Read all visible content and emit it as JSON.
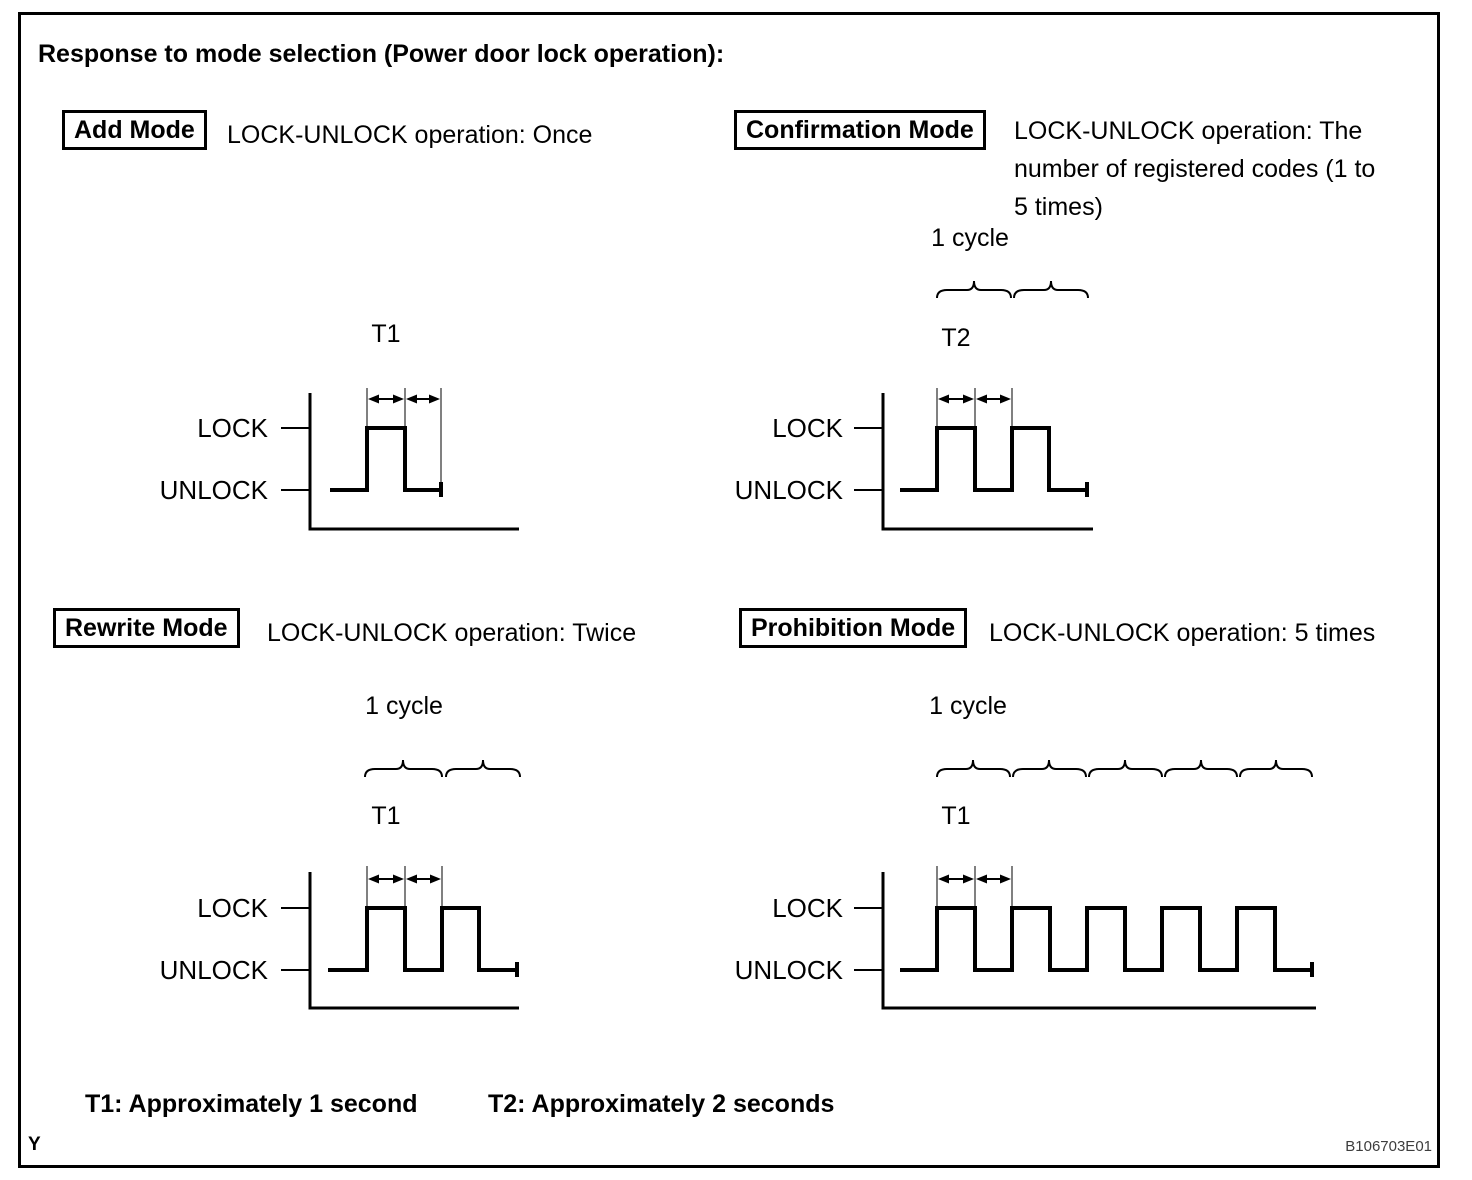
{
  "title": "Response to mode selection (Power door lock operation):",
  "modes": [
    {
      "name": "Add Mode",
      "description_lines": [
        "LOCK-UNLOCK operation: Once"
      ],
      "time_label": "T1",
      "cycle_label": "",
      "lock_label": "LOCK",
      "unlock_label": "UNLOCK",
      "pulse_count": 1
    },
    {
      "name": "Confirmation Mode",
      "description_lines": [
        "LOCK-UNLOCK operation: The",
        "number of registered codes (1 to",
        "5 times)"
      ],
      "time_label": "T2",
      "cycle_label": "1 cycle",
      "lock_label": "LOCK",
      "unlock_label": "UNLOCK",
      "pulse_count": 2
    },
    {
      "name": "Rewrite Mode",
      "description_lines": [
        "LOCK-UNLOCK operation: Twice"
      ],
      "time_label": "T1",
      "cycle_label": "1 cycle",
      "lock_label": "LOCK",
      "unlock_label": "UNLOCK",
      "pulse_count": 2
    },
    {
      "name": "Prohibition Mode",
      "description_lines": [
        "LOCK-UNLOCK operation: 5 times"
      ],
      "time_label": "T1",
      "cycle_label": "1 cycle",
      "lock_label": "LOCK",
      "unlock_label": "UNLOCK",
      "pulse_count": 5
    }
  ],
  "notes": {
    "t1": "T1: Approximately 1 second",
    "t2": "T2: Approximately 2 seconds"
  },
  "page_letter": "Y",
  "figure_code": "B106703E01",
  "colors": {
    "ink": "#000000",
    "background": "#ffffff",
    "figure_code_text": "#3d3d3d"
  }
}
